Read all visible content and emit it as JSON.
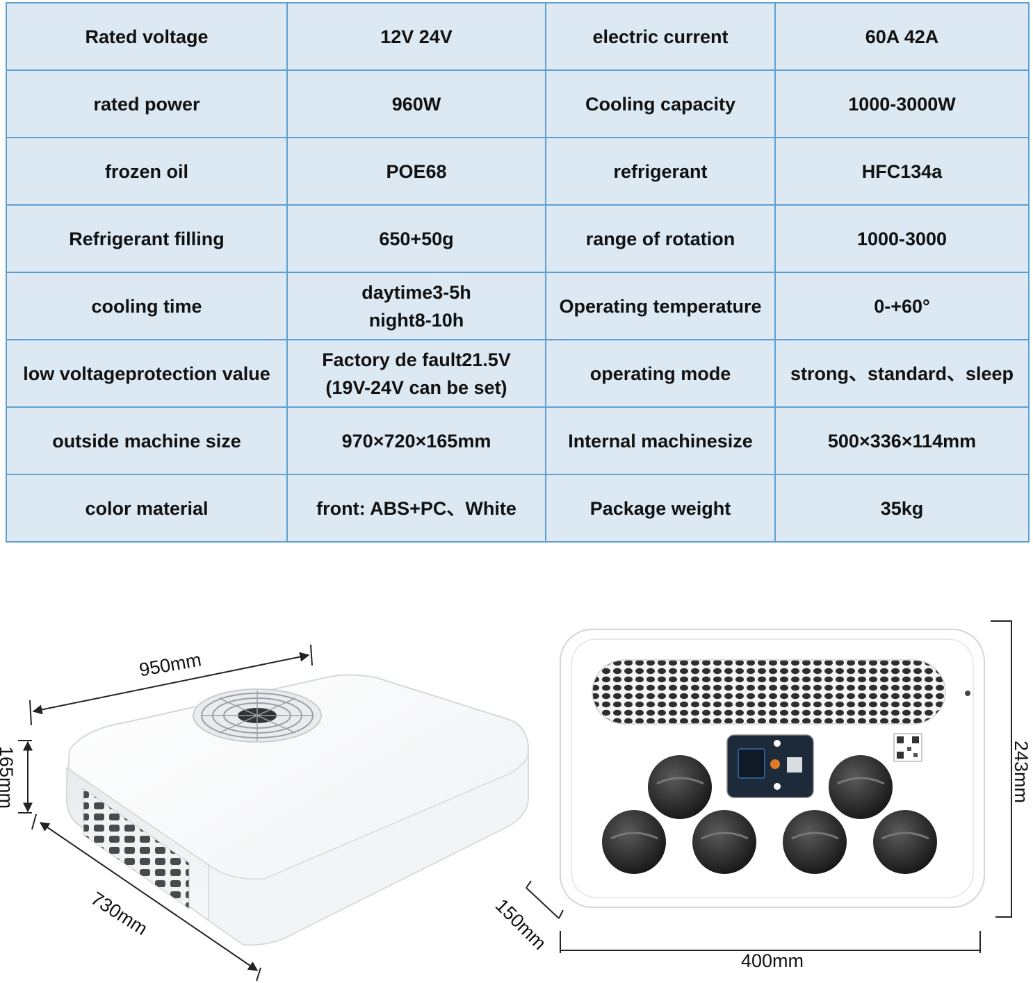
{
  "specs": {
    "rows": [
      {
        "label1": "Rated voltage",
        "value1": [
          "12V 24V"
        ],
        "label2": "electric current",
        "value2": "60A 42A"
      },
      {
        "label1": "rated power",
        "value1": [
          "960W"
        ],
        "label2": "Cooling capacity",
        "value2": "1000-3000W"
      },
      {
        "label1": "frozen oil",
        "value1": [
          "POE68"
        ],
        "label2": "refrigerant",
        "value2": "HFC134a"
      },
      {
        "label1": "Refrigerant filling",
        "value1": [
          "650+50g"
        ],
        "label2": "range of rotation",
        "value2": "1000-3000"
      },
      {
        "label1": "cooling time",
        "value1": [
          "daytime3-5h",
          "night8-10h"
        ],
        "label2": "Operating temperature",
        "value2": "0-+60°"
      },
      {
        "label1": "low voltageprotection value",
        "value1": [
          "Factory de fault21.5V",
          "(19V-24V can be set)"
        ],
        "label2": "operating mode",
        "value2": "strong、standard、sleep"
      },
      {
        "label1": "outside machine size",
        "value1": [
          "970×720×165mm"
        ],
        "label2": "Internal machinesize",
        "value2": "500×336×114mm"
      },
      {
        "label1": "color material",
        "value1": [
          "front: ABS+PC、White"
        ],
        "label2": "Package weight",
        "value2": "35kg"
      }
    ]
  },
  "dimensions": {
    "outdoor": {
      "width": "950mm",
      "depth": "730mm",
      "height": "165mm"
    },
    "indoor": {
      "height": "243mm",
      "width": "400mm",
      "depth": "150mm"
    }
  },
  "colors": {
    "table_fill": "#dce9f3",
    "table_border": "#5f9fd0",
    "unit_body": "#ffffff",
    "vent_dark": "#2b2b2b"
  }
}
